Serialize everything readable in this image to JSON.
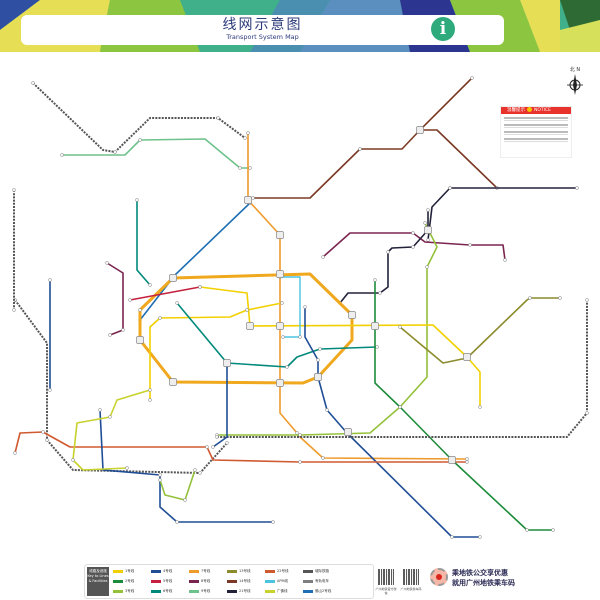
{
  "header": {
    "title": "线网示意图",
    "subtitle": "Transport System Map",
    "info_icon": "info-icon"
  },
  "compass": {
    "label": "北 N",
    "icon": "compass-icon"
  },
  "notice": {
    "label": "温馨提示",
    "label_en": "NOTICE",
    "accent": "#e8322c"
  },
  "colors": {
    "line1": "#f2d000",
    "line2": "#1f4e96",
    "line3": "#ee9b2c",
    "line4": "#1d8c3a",
    "line5": "#c5203d",
    "line6": "#7a2550",
    "line7": "#94c13a",
    "line8": "#00897b",
    "line9": "#6ec28b",
    "line11": "#f0a81e",
    "line13": "#8c8b2d",
    "line14": "#7b3a24",
    "line18": "#1e6fb4",
    "line21": "#22223a",
    "line22": "#d05a30",
    "apm": "#4cc3e0",
    "intercity": "#555555",
    "guangfo": "#c8d22c",
    "tram": "#7f7f7f"
  },
  "legend": {
    "key_label": "线路及设施",
    "key_label_en": "Key to Lines & Facilities",
    "items": [
      "1号线",
      "2号线",
      "3号线",
      "4号线",
      "5号线",
      "6号线",
      "7号线",
      "8号线",
      "9号线",
      "13号线",
      "14号线",
      "21号线",
      "22号线",
      "APM线",
      "广佛线",
      "城际铁路",
      "有轨电车",
      "佛山2号线"
    ]
  },
  "qr_codes": [
    {
      "caption": "广州地铁官方微信"
    },
    {
      "caption": "广州地铁乘车码"
    }
  ],
  "slogan": {
    "line1": "乘地铁公交享优惠",
    "line2": "就用广州地铁乘车码"
  }
}
